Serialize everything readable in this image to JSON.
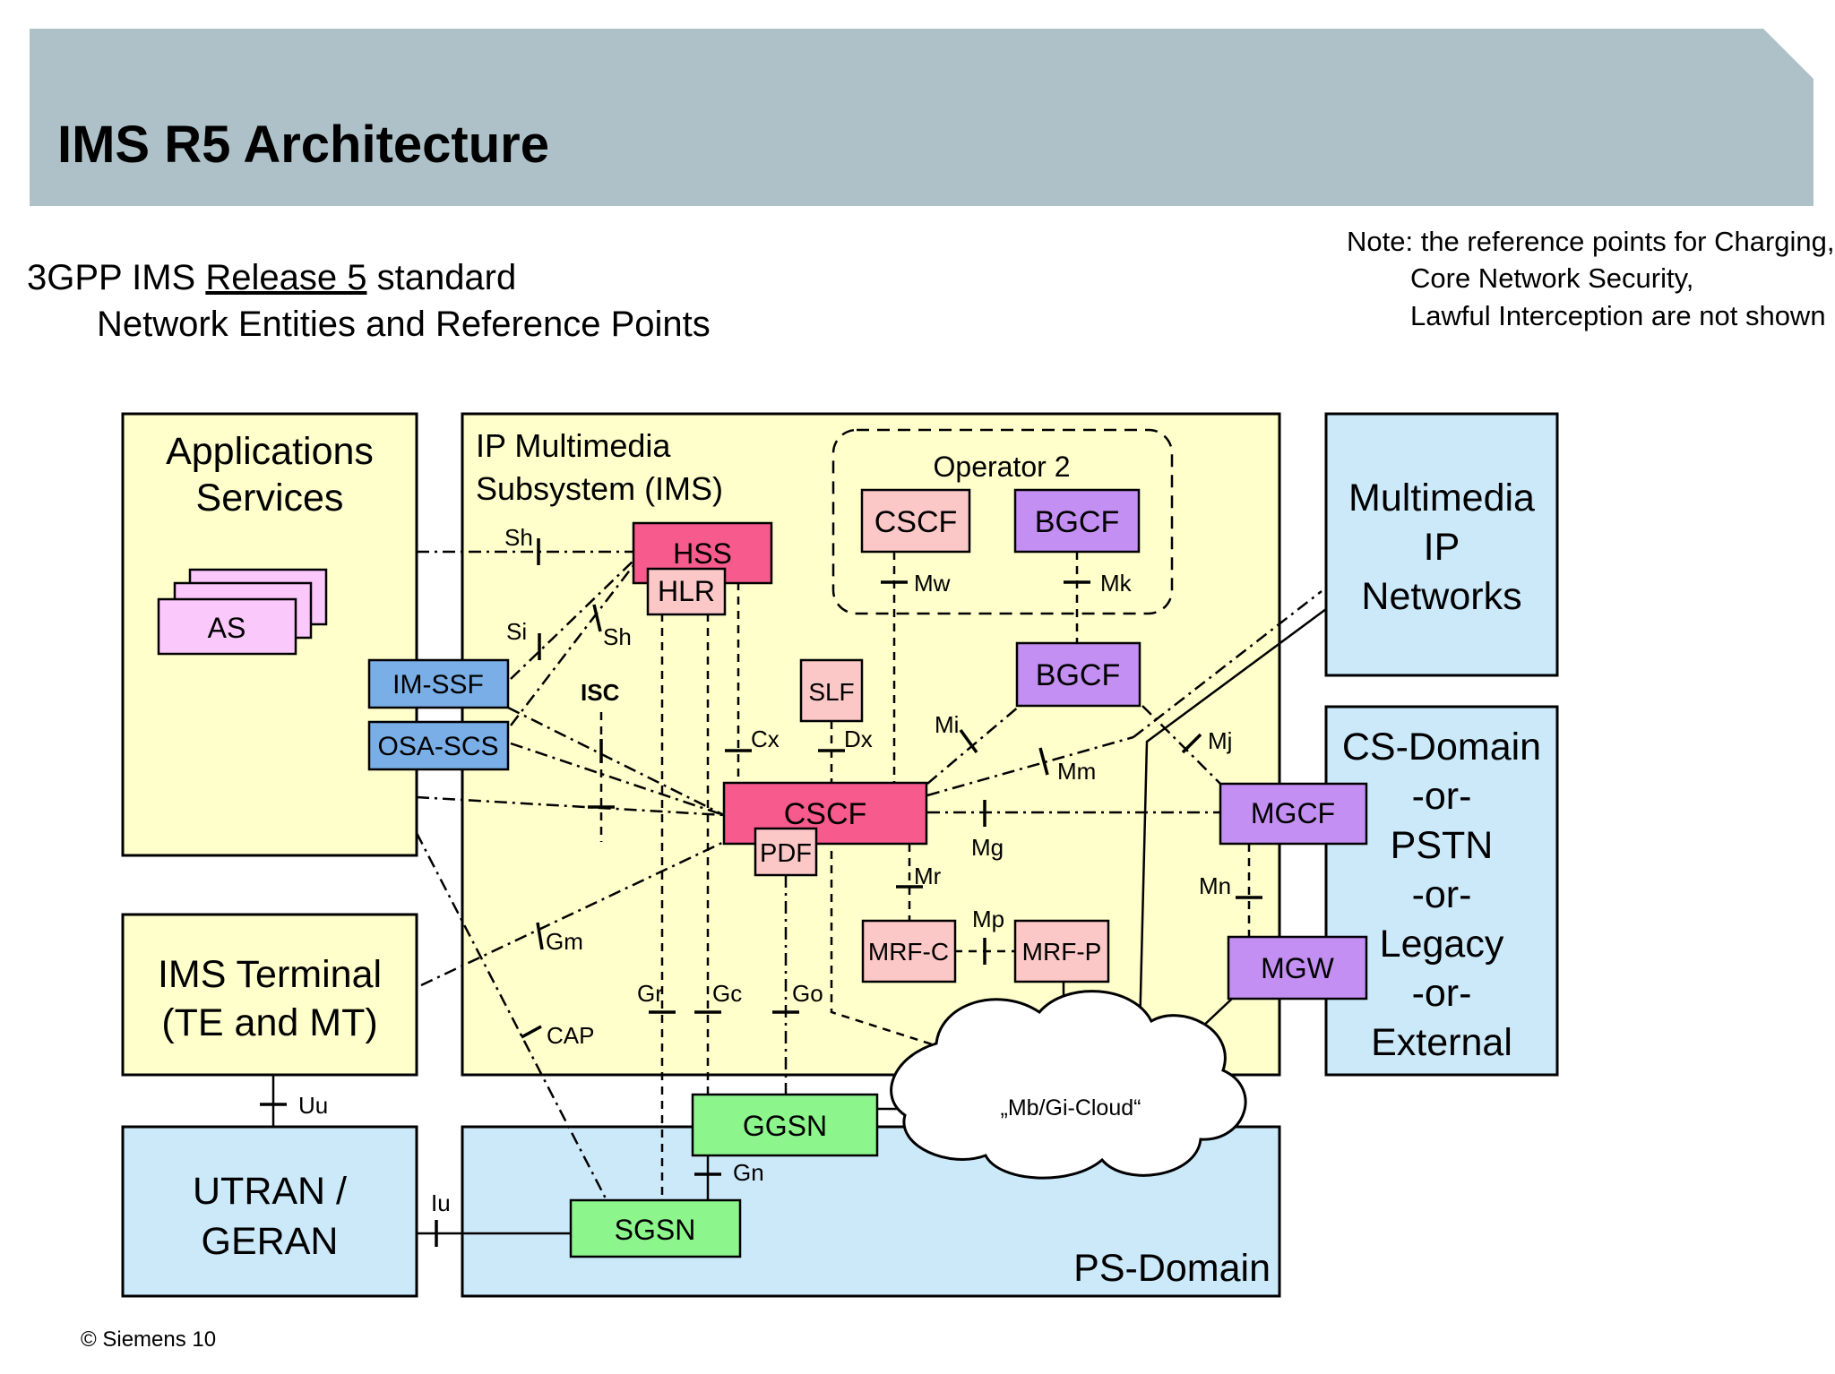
{
  "slide": {
    "title": "IMS R5 Architecture",
    "subtitle_prefix": "3GPP IMS ",
    "subtitle_underlined": "Release 5",
    "subtitle_suffix": " standard",
    "subtitle_line2": "Network Entities and Reference Points",
    "note_lines": [
      "Note: the reference points for Charging,",
      "Core Network Security,",
      "Lawful Interception are not shown"
    ],
    "footer": "© Siemens 10"
  },
  "colors": {
    "banner": "#aec0c8",
    "domain_yellow": "#ffffcc",
    "domain_blue": "#cce9fa",
    "hss_cscf_pink": "#f75a8c",
    "light_pink": "#fcc7c7",
    "purple": "#c48ff2",
    "as_pink": "#fbc8fb",
    "blue_entity": "#79aee6",
    "green": "#8cf58c"
  },
  "domains": {
    "applications": "Applications\nServices",
    "ims": "IP Multimedia\nSubsystem (IMS)",
    "operator2": "Operator 2",
    "multimedia": "Multimedia\nIP\nNetworks",
    "cs_domain": "CS-Domain\n-or-\nPSTN\n-or-\nLegacy\n-or-\nExternal",
    "ims_terminal": "IMS Terminal\n(TE and MT)",
    "utran": "UTRAN /\nGERAN",
    "ps_domain": "PS-Domain",
    "cloud": "„Mb/Gi-Cloud“"
  },
  "entities": {
    "as": "AS",
    "hss": "HSS",
    "hlr": "HLR",
    "cscf_op2": "CSCF",
    "bgcf_op2": "BGCF",
    "bgcf": "BGCF",
    "im_ssf": "IM-SSF",
    "osa_scs": "OSA-SCS",
    "slf": "SLF",
    "cscf": "CSCF",
    "pdf": "PDF",
    "mgcf": "MGCF",
    "mrf_c": "MRF-C",
    "mrf_p": "MRF-P",
    "mgw": "MGW",
    "ggsn": "GGSN",
    "sgsn": "SGSN"
  },
  "ref_points": {
    "sh1": "Sh",
    "si": "Si",
    "sh2": "Sh",
    "isc": "ISC",
    "cx": "Cx",
    "dx": "Dx",
    "mw": "Mw",
    "mk": "Mk",
    "mi": "Mi",
    "mm": "Mm",
    "mj": "Mj",
    "mg": "Mg",
    "mr": "Mr",
    "mp": "Mp",
    "mn": "Mn",
    "gm": "Gm",
    "cap": "CAP",
    "gr": "Gr",
    "gc": "Gc",
    "go": "Go",
    "gn": "Gn",
    "uu": "Uu",
    "iu": "Iu"
  }
}
